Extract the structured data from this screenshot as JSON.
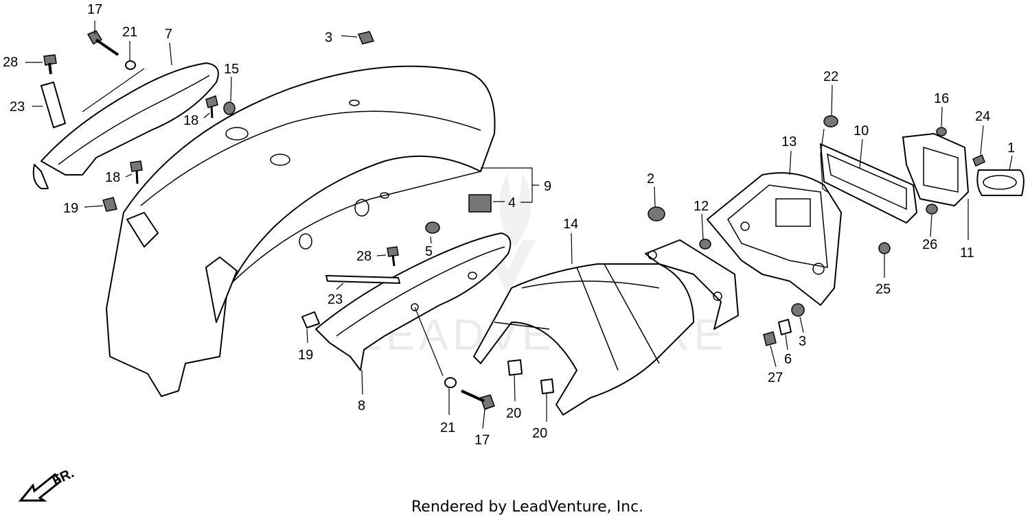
{
  "diagram": {
    "callouts": [
      {
        "id": "c17a",
        "label": "17"
      },
      {
        "id": "c21a",
        "label": "21"
      },
      {
        "id": "c7",
        "label": "7"
      },
      {
        "id": "c3a",
        "label": "3"
      },
      {
        "id": "c28a",
        "label": "28"
      },
      {
        "id": "c15",
        "label": "15"
      },
      {
        "id": "c23a",
        "label": "23"
      },
      {
        "id": "c18a",
        "label": "18"
      },
      {
        "id": "c18b",
        "label": "18"
      },
      {
        "id": "c19a",
        "label": "19"
      },
      {
        "id": "c9",
        "label": "9"
      },
      {
        "id": "c4",
        "label": "4"
      },
      {
        "id": "c5",
        "label": "5"
      },
      {
        "id": "c28b",
        "label": "28"
      },
      {
        "id": "c23b",
        "label": "23"
      },
      {
        "id": "c19b",
        "label": "19"
      },
      {
        "id": "c8",
        "label": "8"
      },
      {
        "id": "c21b",
        "label": "21"
      },
      {
        "id": "c17b",
        "label": "17"
      },
      {
        "id": "c14",
        "label": "14"
      },
      {
        "id": "c20a",
        "label": "20"
      },
      {
        "id": "c20b",
        "label": "20"
      },
      {
        "id": "c2",
        "label": "2"
      },
      {
        "id": "c12",
        "label": "12"
      },
      {
        "id": "c13",
        "label": "13"
      },
      {
        "id": "c22",
        "label": "22"
      },
      {
        "id": "c10",
        "label": "10"
      },
      {
        "id": "c16",
        "label": "16"
      },
      {
        "id": "c24",
        "label": "24"
      },
      {
        "id": "c1",
        "label": "1"
      },
      {
        "id": "c26",
        "label": "26"
      },
      {
        "id": "c11",
        "label": "11"
      },
      {
        "id": "c25",
        "label": "25"
      },
      {
        "id": "c3b",
        "label": "3"
      },
      {
        "id": "c6",
        "label": "6"
      },
      {
        "id": "c27",
        "label": "27"
      }
    ],
    "direction_label": "FR.",
    "watermark": "LEADVENTURE",
    "footer": "Rendered by LeadVenture, Inc."
  }
}
